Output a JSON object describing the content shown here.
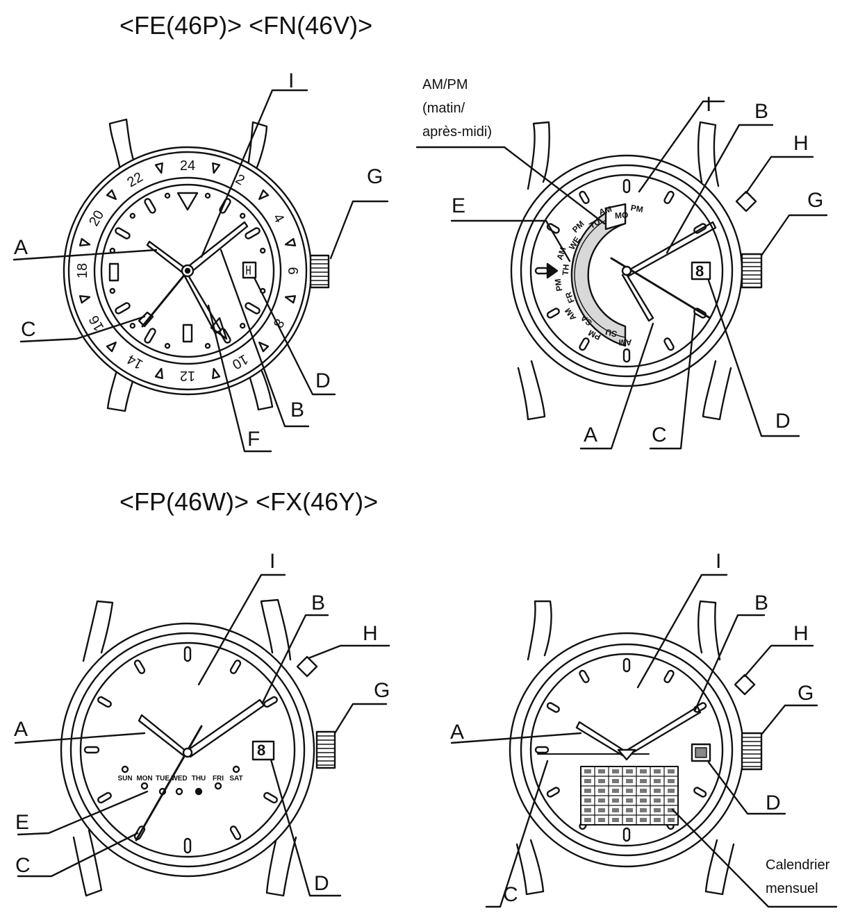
{
  "titles": {
    "top": "<FE(46P)> <FN(46V)>",
    "bottom": "<FP(46W)> <FX(46Y)>"
  },
  "watch1": {
    "bezel_numbers": [
      "24",
      "2",
      "4",
      "6",
      "8",
      "10",
      "12",
      "14",
      "16",
      "18",
      "20",
      "22"
    ],
    "callouts": {
      "A": "A",
      "B": "B",
      "C": "C",
      "D": "D",
      "F": "F",
      "G": "G",
      "I": "I"
    }
  },
  "watch2": {
    "ampm_note": [
      "AM/PM",
      "(matin/",
      "après-midi)"
    ],
    "date_digit": "8",
    "arc_letters": [
      "PM",
      "MO",
      "AM",
      "TU",
      "PM",
      "WE",
      "AM",
      "TH",
      "PM",
      "FR",
      "AM",
      "SA",
      "PM",
      "SU",
      "AM"
    ],
    "callouts": {
      "A": "A",
      "B": "B",
      "C": "C",
      "D": "D",
      "E": "E",
      "G": "G",
      "H": "H",
      "I": "I"
    }
  },
  "watch3": {
    "date_digit": "8",
    "day_labels": [
      "SUN",
      "MON",
      "TUE",
      "WED",
      "THU",
      "FRI",
      "SAT"
    ],
    "callouts": {
      "A": "A",
      "B": "B",
      "C": "C",
      "D": "D",
      "E": "E",
      "G": "G",
      "H": "H",
      "I": "I"
    }
  },
  "watch4": {
    "calendar_note": [
      "Calendrier",
      "mensuel"
    ],
    "callouts": {
      "A": "A",
      "B": "B",
      "C": "C",
      "D": "D",
      "G": "G",
      "H": "H",
      "I": "I"
    }
  }
}
